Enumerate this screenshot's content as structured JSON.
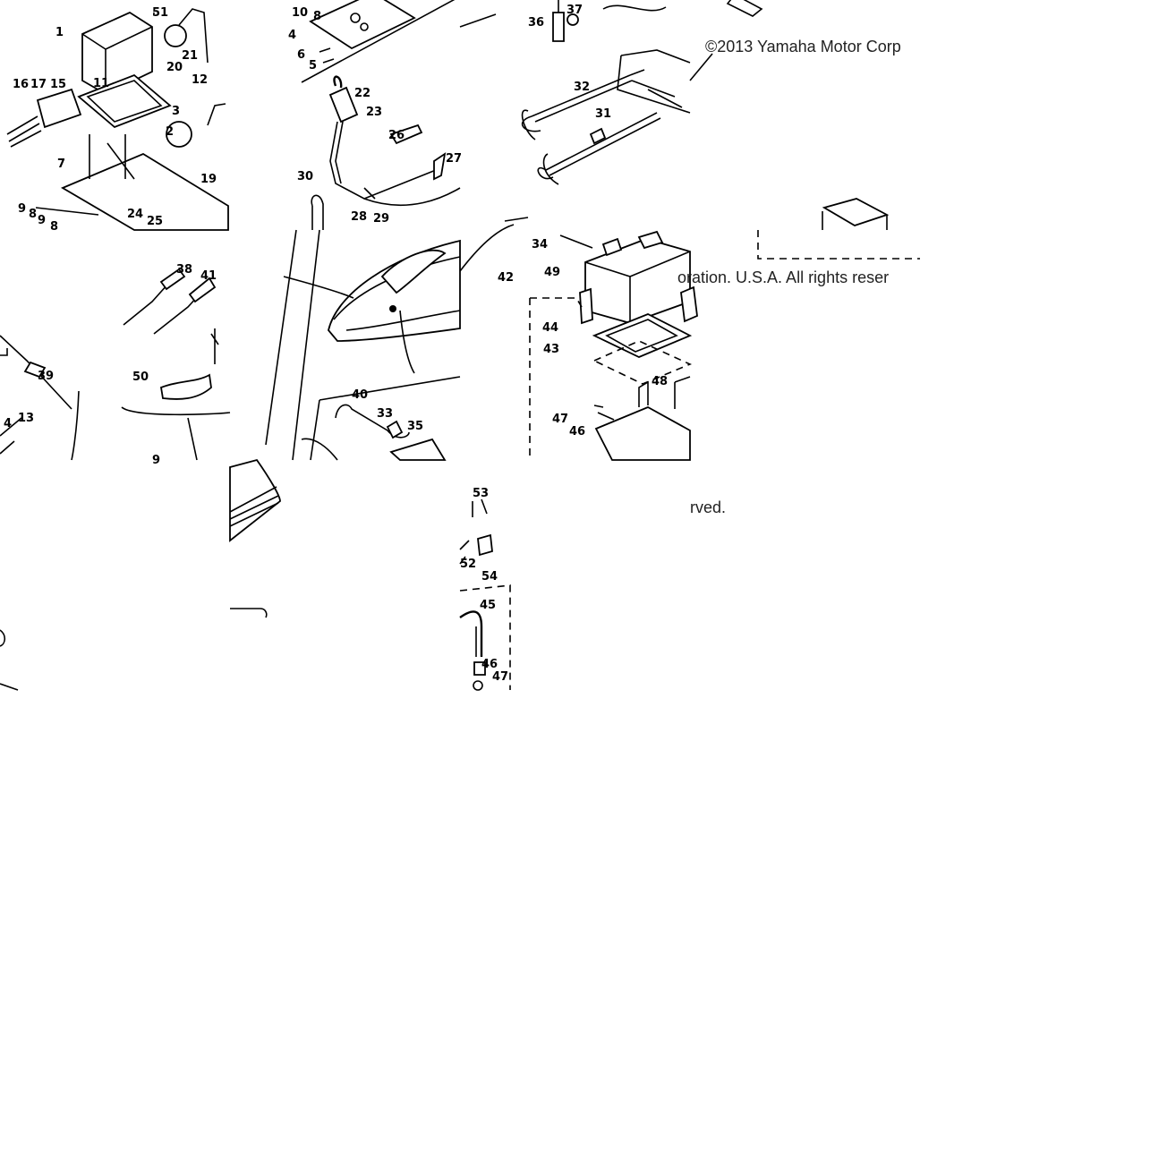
{
  "copyright": {
    "part1": "©2013 Yamaha Motor Corp",
    "part2": "oration. U.S.A. All rights reser",
    "part3": "rved."
  },
  "callouts": {
    "t1": [
      "51",
      "1",
      "21",
      "20",
      "12",
      "16",
      "17",
      "15",
      "11",
      "3",
      "2",
      "7",
      "19",
      "9",
      "8",
      "9",
      "8",
      "24",
      "25"
    ],
    "t2": [
      "10",
      "8",
      "4",
      "6",
      "5",
      "22",
      "23",
      "26",
      "27",
      "30",
      "28",
      "29"
    ],
    "t3": [
      "36",
      "37",
      "32",
      "31"
    ],
    "t5": [
      "38",
      "41",
      "39",
      "50",
      "4",
      "13",
      "9"
    ],
    "t6": [
      "40",
      "33",
      "35"
    ],
    "t7": [
      "34",
      "49",
      "42",
      "44",
      "43",
      "48",
      "47",
      "46"
    ],
    "t9": [
      "53",
      "52",
      "54",
      "45",
      "46",
      "47"
    ]
  }
}
